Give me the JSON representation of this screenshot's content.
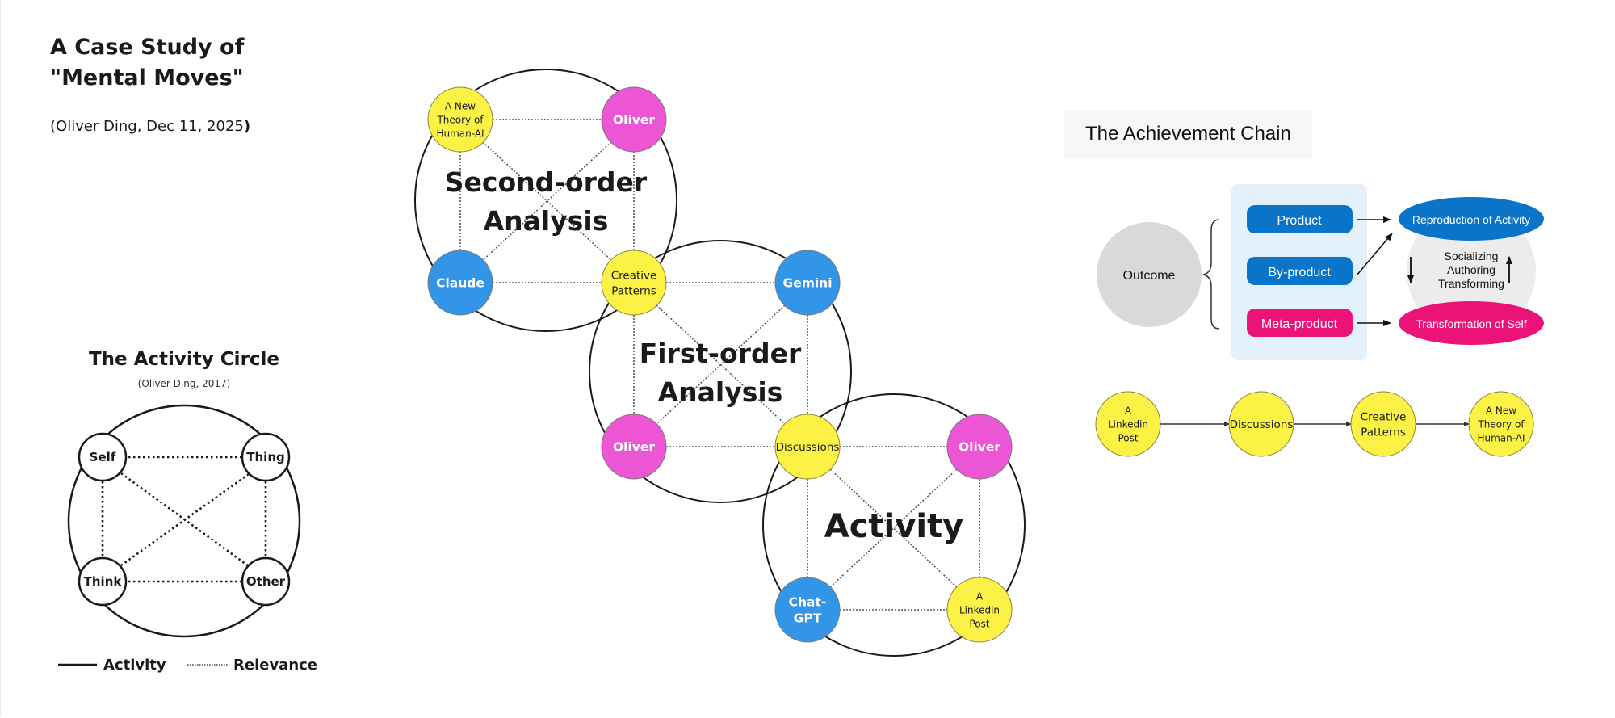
{
  "header": {
    "title_line1": "A Case Study of",
    "title_line2": "\"Mental Moves\"",
    "subtitle_main": "(Oliver Ding, Dec 11, 2025",
    "subtitle_close": ")"
  },
  "activity_circle": {
    "title": "The Activity Circle",
    "subtitle": "(Oliver Ding, 2017)",
    "nodes": [
      "Self",
      "Thing",
      "Think",
      "Other"
    ],
    "legend": {
      "solid_label": "Activity",
      "dotted_label": "Relevance"
    }
  },
  "colors": {
    "yellow": "#fbf245",
    "magenta": "#ec55d4",
    "blue": "#3295e8",
    "chain_blue": "#0a74c8",
    "chain_pink": "#ec1378",
    "outcome_gray": "#d9d9d9",
    "panel_blue": "#e4f0fa"
  },
  "analysis_circles": [
    {
      "label_line1": "Second-order",
      "label_line2": "Analysis",
      "nodes": {
        "top_left": {
          "text": [
            "A New",
            "Theory of",
            "Human-AI"
          ],
          "color": "yellow"
        },
        "top_right": {
          "text": [
            "Oliver"
          ],
          "color": "magenta"
        },
        "bottom_left": {
          "text": [
            "Claude"
          ],
          "color": "blue"
        },
        "bottom_right": {
          "text": [
            "Creative",
            "Patterns"
          ],
          "color": "yellow"
        }
      }
    },
    {
      "label_line1": "First-order",
      "label_line2": "Analysis",
      "nodes": {
        "top_right": {
          "text": [
            "Gemini"
          ],
          "color": "blue"
        },
        "bottom_left": {
          "text": [
            "Oliver"
          ],
          "color": "magenta"
        },
        "bottom_right": {
          "text": [
            "Discussions"
          ],
          "color": "yellow"
        }
      }
    },
    {
      "label_line1": "Activity",
      "label_line2": "",
      "nodes": {
        "top_right": {
          "text": [
            "Oliver"
          ],
          "color": "magenta"
        },
        "bottom_left": {
          "text": [
            "Chat-",
            "GPT"
          ],
          "color": "blue"
        },
        "bottom_right": {
          "text": [
            "A",
            "Linkedin",
            "Post"
          ],
          "color": "yellow"
        }
      }
    }
  ],
  "achievement_chain": {
    "title": "The Achievement Chain",
    "outcome": "Outcome",
    "products": [
      "Product",
      "By-product",
      "Meta-product"
    ],
    "reproduction": "Reproduction of Activity",
    "transformation": "Transformation of Self",
    "processes": [
      "Socializing",
      "Authoring",
      "Transforming"
    ]
  },
  "flow_chain": [
    [
      "A",
      "Linkedin",
      "Post"
    ],
    [
      "Discussions"
    ],
    [
      "Creative",
      "Patterns"
    ],
    [
      "A New",
      "Theory of",
      "Human-AI"
    ]
  ]
}
